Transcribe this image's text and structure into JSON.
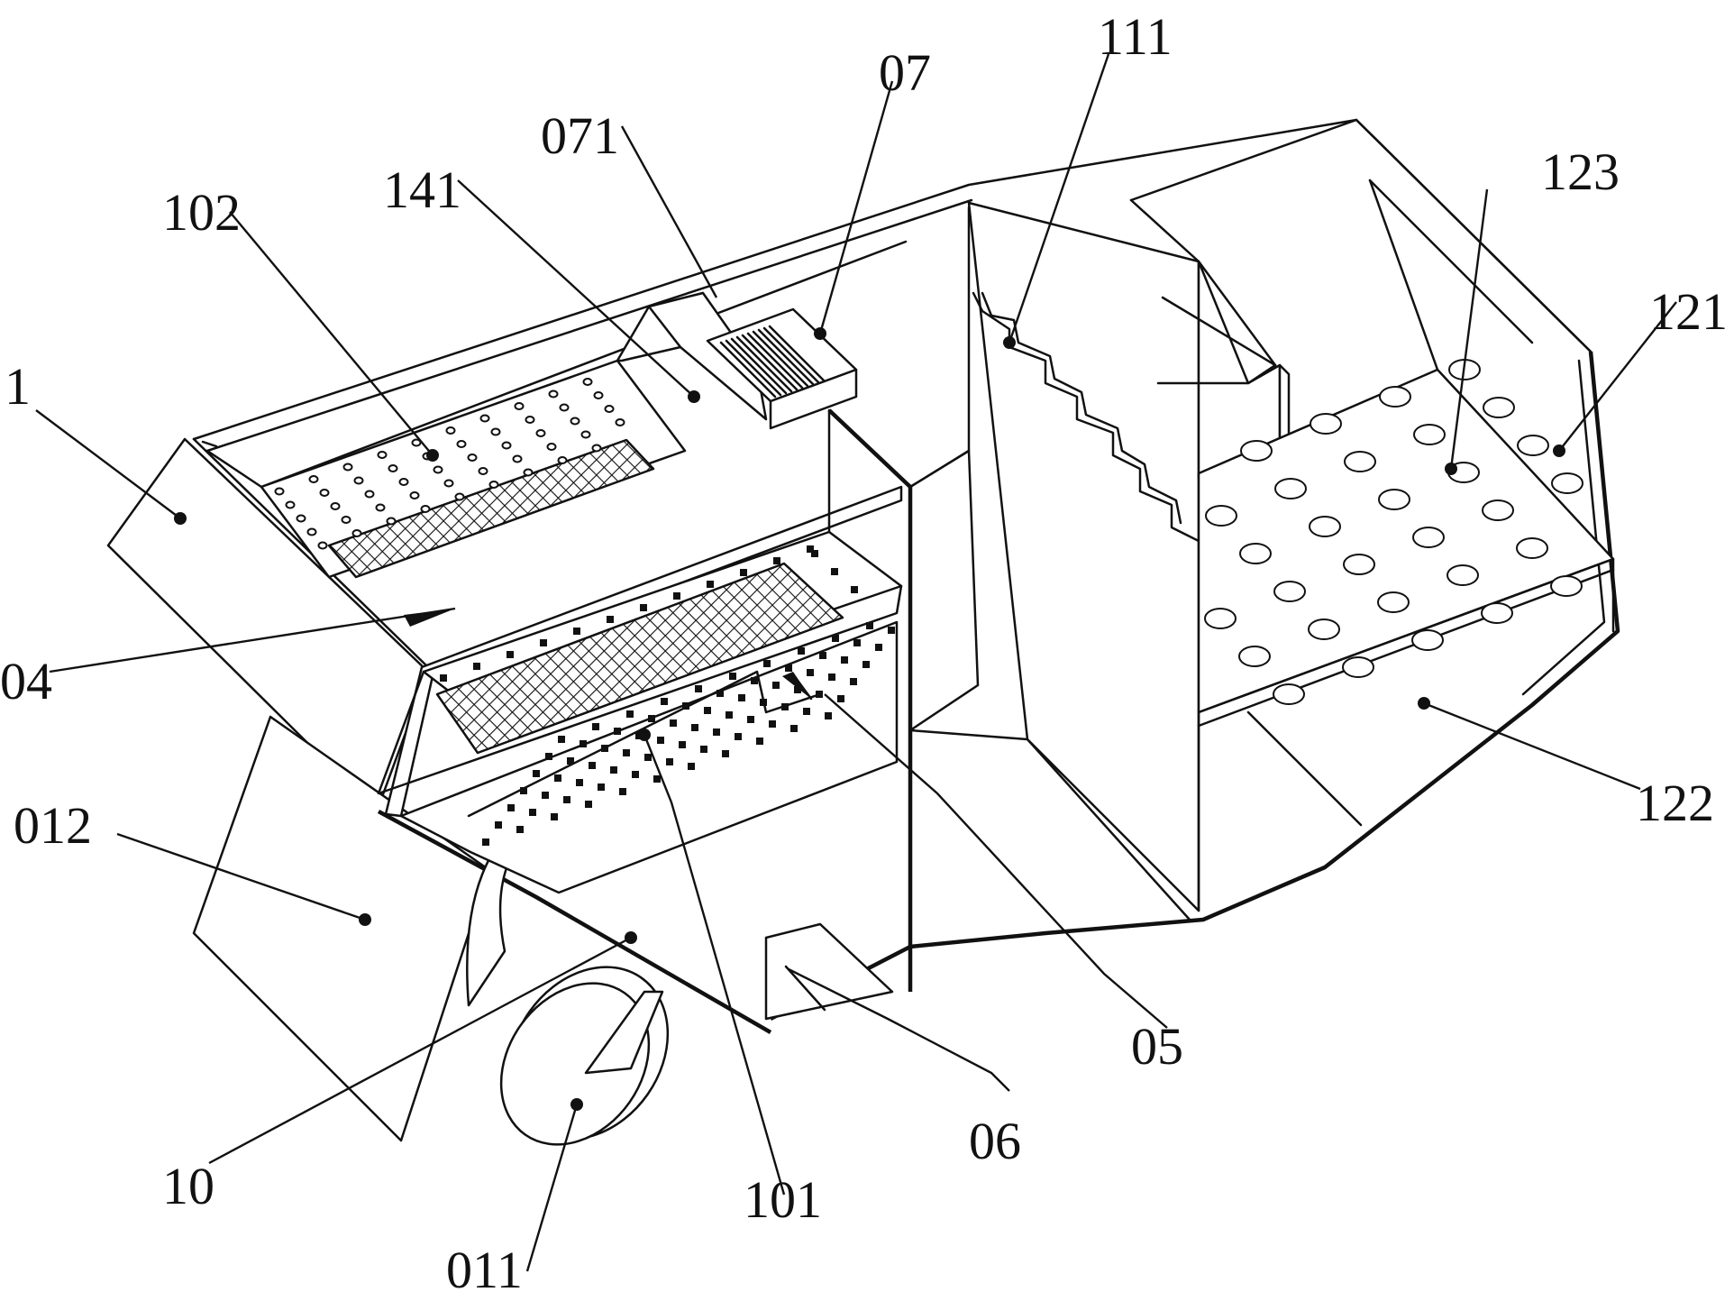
{
  "labels": {
    "l1": "1",
    "l102": "102",
    "l141": "141",
    "l071": "071",
    "l07": "07",
    "l111": "111",
    "l123": "123",
    "l121": "121",
    "l04": "04",
    "l012": "012",
    "l122": "122",
    "l05": "05",
    "l06": "06",
    "l10": "10",
    "l101": "101",
    "l011": "011"
  },
  "colors": {
    "line": "#111111",
    "background": "#ffffff"
  }
}
